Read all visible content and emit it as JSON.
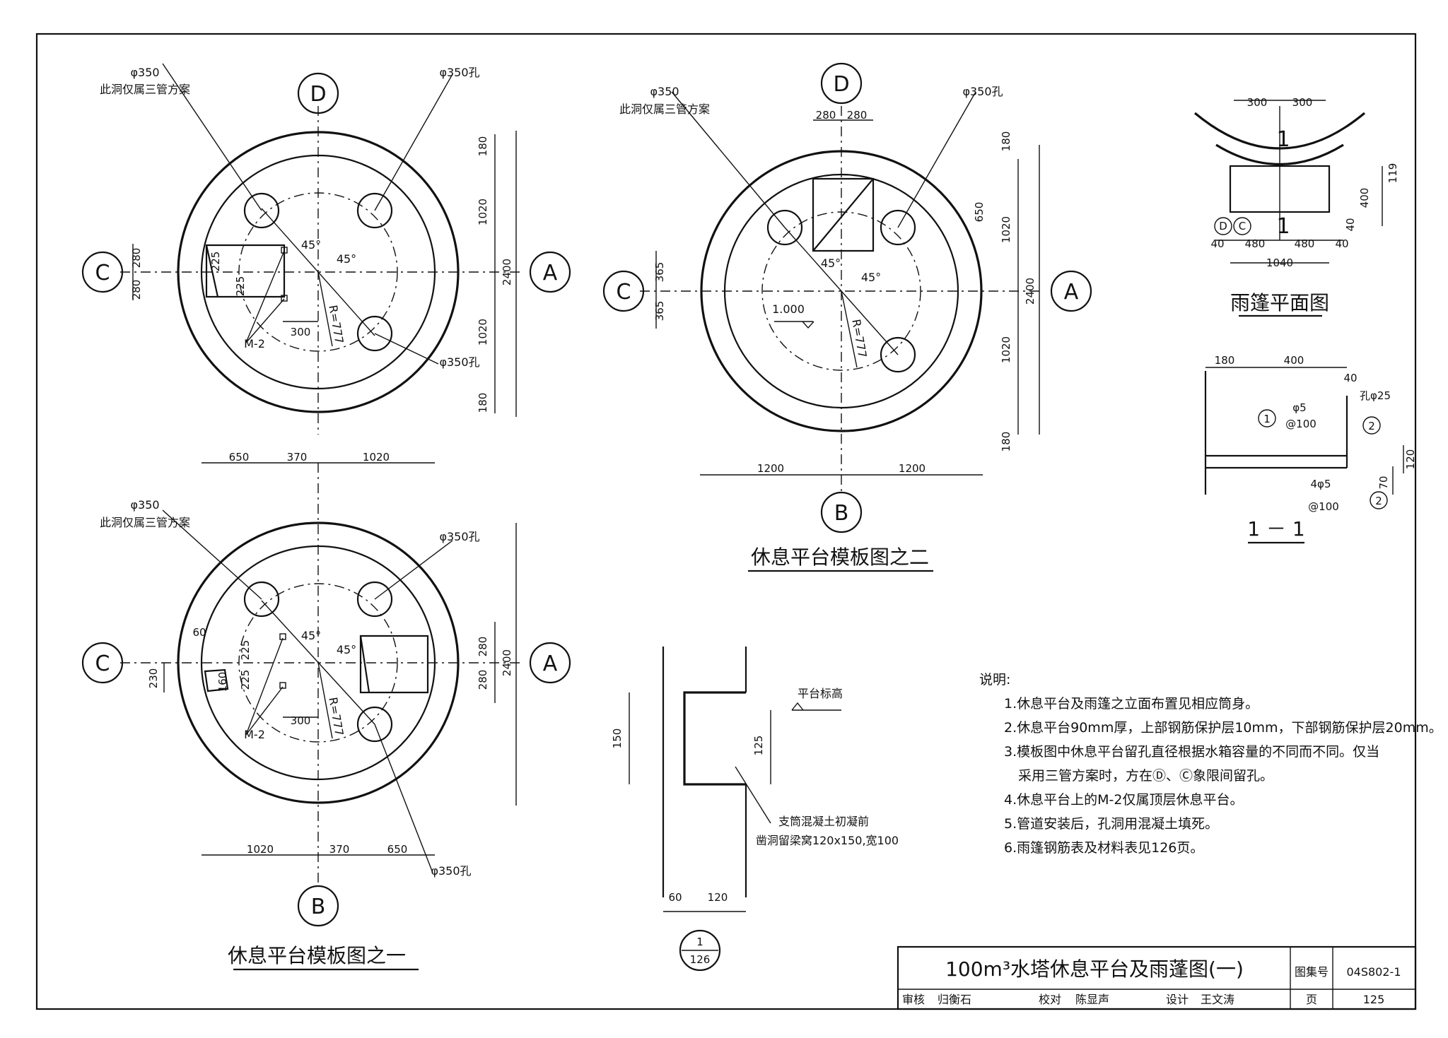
{
  "drawing_title": "100m³水塔休息平台及雨蓬图(一)",
  "title_block": {
    "atlas_label": "图集号",
    "atlas_no": "04S802-1",
    "page_label": "页",
    "page_no": "125",
    "review_label": "审核",
    "reviewer": "归衡石",
    "check_label": "校对",
    "checker": "陈显声",
    "design_label": "设计",
    "designer": "王文涛"
  },
  "axes": {
    "A": "A",
    "B": "B",
    "C": "C",
    "D": "D"
  },
  "plan1": {
    "title": "休息平台模板图之一",
    "hole_note": "φ350",
    "hole_note_2": "此洞仅属三管方案",
    "hole_label": "φ350孔",
    "radius": "R=777",
    "angle": "45°",
    "mark": "M-2",
    "dims": {
      "d180": "180",
      "d1020": "1020",
      "d2400": "2400",
      "d280": "280",
      "d225": "225",
      "d300": "300",
      "d650": "650",
      "d370": "370"
    }
  },
  "plan1b": {
    "hole_note": "φ350",
    "hole_note_2": "此洞仅属三管方案",
    "hole_label": "φ350孔",
    "radius": "R=777",
    "angle": "45°",
    "mark": "M-2",
    "dims": {
      "d60": "60",
      "d230": "230",
      "d160": "160",
      "d225": "225",
      "d300": "300",
      "d280": "280",
      "d2400": "2400",
      "d1020": "1020",
      "d370": "370",
      "d650": "650"
    }
  },
  "plan2": {
    "title": "休息平台模板图之二",
    "hole_note": "φ350",
    "hole_note_2": "此洞仅属三管方案",
    "hole_label": "φ350孔",
    "radius": "R=777",
    "angle": "45°",
    "level": "1.000",
    "dims": {
      "d280": "280",
      "d180": "180",
      "d650": "650",
      "d1020": "1020",
      "d2400": "2400",
      "d365": "365",
      "d1200": "1200"
    }
  },
  "canopy_plan": {
    "title": "雨篷平面图",
    "section_mark": "1",
    "dims": {
      "d300": "300",
      "d119": "119",
      "d400": "400",
      "d40": "40",
      "d480": "480",
      "d1040": "1040"
    }
  },
  "section": {
    "title": "1 － 1",
    "dims": {
      "d180": "180",
      "d400": "400",
      "d40": "40",
      "d120": "120",
      "d70": "70"
    },
    "hole": "孔φ25",
    "rebar1": "φ5",
    "rebar1_spacing": "@100",
    "rebar2": "4φ5",
    "rebar2_spacing": "@100",
    "callout1": "1",
    "callout2": "2"
  },
  "detail": {
    "level_label": "平台标高",
    "note_line1": "支筒混凝土初凝前",
    "note_line2": "凿洞留梁窝120x150,宽100",
    "dims": {
      "d150": "150",
      "d125": "125",
      "d60": "60",
      "d120": "120"
    },
    "ref_top": "1",
    "ref_bottom": "126"
  },
  "notes": {
    "heading": "说明:",
    "items": [
      "1.休息平台及雨篷之立面布置见相应筒身。",
      "2.休息平台90mm厚，上部钢筋保护层10mm，下部钢筋保护层20mm。",
      "3.模板图中休息平台留孔直径根据水箱容量的不同而不同。仅当",
      "采用三管方案时，方在Ⓓ、Ⓒ象限间留孔。",
      "4.休息平台上的M-2仅属顶层休息平台。",
      "5.管道安装后，孔洞用混凝土填死。",
      "6.雨篷钢筋表及材料表见126页。"
    ]
  }
}
